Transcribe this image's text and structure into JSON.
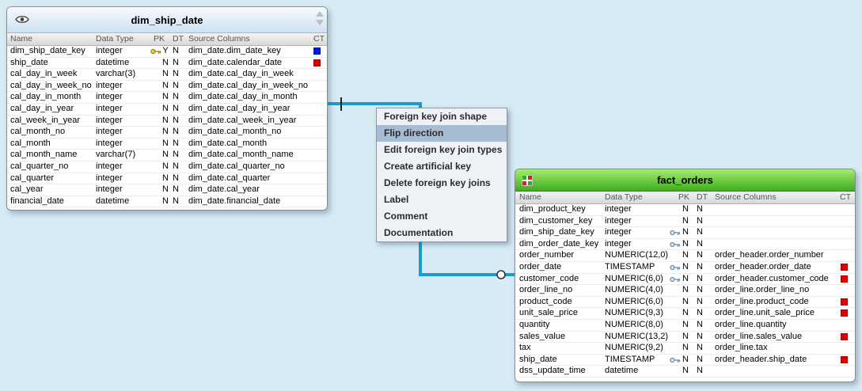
{
  "canvas": {
    "background": "#d7ebf5"
  },
  "connector": {
    "color": "#1b9bd0",
    "cardinality_one_tick": true,
    "optional_circle_marker": true
  },
  "colors": {
    "ct_blue": "#0018d8",
    "ct_red": "#e00000",
    "dim_header_top": "#f7fbfe",
    "dim_header_bottom": "#cfe0f2",
    "fact_header_top": "#a6eb71",
    "fact_header_bottom": "#3cae1c",
    "menu_highlight": "#a7bcd2"
  },
  "tables": {
    "dim": {
      "title": "dim_ship_date",
      "columns": [
        "Name",
        "Data Type",
        "PK",
        "DT",
        "Source Columns",
        "CT"
      ],
      "rows": [
        {
          "name": "dim_ship_date_key",
          "type": "integer",
          "key": "gold",
          "pk": "Y",
          "dt": "N",
          "src": "dim_date.dim_date_key",
          "ct": "#0018d8"
        },
        {
          "name": "ship_date",
          "type": "datetime",
          "key": null,
          "pk": "N",
          "dt": "N",
          "src": "dim_date.calendar_date",
          "ct": "#e00000"
        },
        {
          "name": "cal_day_in_week",
          "type": "varchar(3)",
          "key": null,
          "pk": "N",
          "dt": "N",
          "src": "dim_date.cal_day_in_week",
          "ct": null
        },
        {
          "name": "cal_day_in_week_no",
          "type": "integer",
          "key": null,
          "pk": "N",
          "dt": "N",
          "src": "dim_date.cal_day_in_week_no",
          "ct": null
        },
        {
          "name": "cal_day_in_month",
          "type": "integer",
          "key": null,
          "pk": "N",
          "dt": "N",
          "src": "dim_date.cal_day_in_month",
          "ct": null
        },
        {
          "name": "cal_day_in_year",
          "type": "integer",
          "key": null,
          "pk": "N",
          "dt": "N",
          "src": "dim_date.cal_day_in_year",
          "ct": null
        },
        {
          "name": "cal_week_in_year",
          "type": "integer",
          "key": null,
          "pk": "N",
          "dt": "N",
          "src": "dim_date.cal_week_in_year",
          "ct": null
        },
        {
          "name": "cal_month_no",
          "type": "integer",
          "key": null,
          "pk": "N",
          "dt": "N",
          "src": "dim_date.cal_month_no",
          "ct": null
        },
        {
          "name": "cal_month",
          "type": "integer",
          "key": null,
          "pk": "N",
          "dt": "N",
          "src": "dim_date.cal_month",
          "ct": null
        },
        {
          "name": "cal_month_name",
          "type": "varchar(7)",
          "key": null,
          "pk": "N",
          "dt": "N",
          "src": "dim_date.cal_month_name",
          "ct": null
        },
        {
          "name": "cal_quarter_no",
          "type": "integer",
          "key": null,
          "pk": "N",
          "dt": "N",
          "src": "dim_date.cal_quarter_no",
          "ct": null
        },
        {
          "name": "cal_quarter",
          "type": "integer",
          "key": null,
          "pk": "N",
          "dt": "N",
          "src": "dim_date.cal_quarter",
          "ct": null
        },
        {
          "name": "cal_year",
          "type": "integer",
          "key": null,
          "pk": "N",
          "dt": "N",
          "src": "dim_date.cal_year",
          "ct": null
        },
        {
          "name": "financial_date",
          "type": "datetime",
          "key": null,
          "pk": "N",
          "dt": "N",
          "src": "dim_date.financial_date",
          "ct": null
        }
      ]
    },
    "fact": {
      "title": "fact_orders",
      "columns": [
        "Name",
        "Data Type",
        "PK",
        "DT",
        "Source Columns",
        "CT"
      ],
      "rows": [
        {
          "name": "dim_product_key",
          "type": "integer",
          "key": null,
          "pk": "N",
          "dt": "N",
          "src": "",
          "ct": null
        },
        {
          "name": "dim_customer_key",
          "type": "integer",
          "key": null,
          "pk": "N",
          "dt": "N",
          "src": "",
          "ct": null
        },
        {
          "name": "dim_ship_date_key",
          "type": "integer",
          "key": "blue",
          "pk": "N",
          "dt": "N",
          "src": "",
          "ct": null
        },
        {
          "name": "dim_order_date_key",
          "type": "integer",
          "key": "blue",
          "pk": "N",
          "dt": "N",
          "src": "",
          "ct": null
        },
        {
          "name": "order_number",
          "type": "NUMERIC(12,0)",
          "key": null,
          "pk": "N",
          "dt": "N",
          "src": "order_header.order_number",
          "ct": null
        },
        {
          "name": "order_date",
          "type": "TIMESTAMP",
          "key": "blue",
          "pk": "N",
          "dt": "N",
          "src": "order_header.order_date",
          "ct": "#e00000"
        },
        {
          "name": "customer_code",
          "type": "NUMERIC(6,0)",
          "key": "blue",
          "pk": "N",
          "dt": "N",
          "src": "order_header.customer_code",
          "ct": "#e00000"
        },
        {
          "name": "order_line_no",
          "type": "NUMERIC(4,0)",
          "key": null,
          "pk": "N",
          "dt": "N",
          "src": "order_line.order_line_no",
          "ct": null
        },
        {
          "name": "product_code",
          "type": "NUMERIC(6,0)",
          "key": null,
          "pk": "N",
          "dt": "N",
          "src": "order_line.product_code",
          "ct": "#e00000"
        },
        {
          "name": "unit_sale_price",
          "type": "NUMERIC(9,3)",
          "key": null,
          "pk": "N",
          "dt": "N",
          "src": "order_line.unit_sale_price",
          "ct": "#e00000"
        },
        {
          "name": "quantity",
          "type": "NUMERIC(8,0)",
          "key": null,
          "pk": "N",
          "dt": "N",
          "src": "order_line.quantity",
          "ct": null
        },
        {
          "name": "sales_value",
          "type": "NUMERIC(13,2)",
          "key": null,
          "pk": "N",
          "dt": "N",
          "src": "order_line.sales_value",
          "ct": "#e00000"
        },
        {
          "name": "tax",
          "type": "NUMERIC(9,2)",
          "key": null,
          "pk": "N",
          "dt": "N",
          "src": "order_line.tax",
          "ct": null
        },
        {
          "name": "ship_date",
          "type": "TIMESTAMP",
          "key": "blue",
          "pk": "N",
          "dt": "N",
          "src": "order_header.ship_date",
          "ct": "#e00000"
        },
        {
          "name": "dss_update_time",
          "type": "datetime",
          "key": null,
          "pk": "N",
          "dt": "N",
          "src": "",
          "ct": null
        }
      ]
    }
  },
  "menu": {
    "items": [
      {
        "label": "Foreign key join shape",
        "highlighted": false
      },
      {
        "label": "Flip direction",
        "highlighted": true
      },
      {
        "label": "Edit foreign key join types",
        "highlighted": false
      },
      {
        "label": "Create artificial key",
        "highlighted": false
      },
      {
        "label": "Delete foreign key joins",
        "highlighted": false
      },
      {
        "label": "Label",
        "highlighted": false
      },
      {
        "label": "Comment",
        "highlighted": false
      },
      {
        "label": "Documentation",
        "highlighted": false
      }
    ]
  }
}
